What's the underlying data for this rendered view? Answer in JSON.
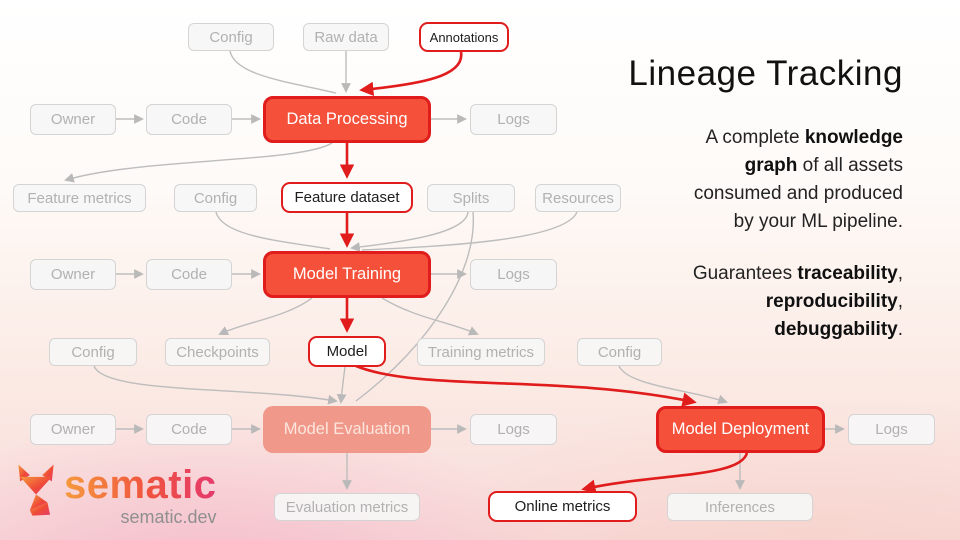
{
  "panel": {
    "title": "Lineage Tracking",
    "p1_lines": [
      [
        {
          "t": "A complete ",
          "b": false
        },
        {
          "t": "knowledge",
          "b": true
        }
      ],
      [
        {
          "t": "graph",
          "b": true
        },
        {
          "t": " of all assets",
          "b": false
        }
      ],
      [
        {
          "t": "consumed and produced",
          "b": false
        }
      ],
      [
        {
          "t": "by your ML pipeline.",
          "b": false
        }
      ]
    ],
    "p2_lines": [
      [
        {
          "t": "Guarantees ",
          "b": false
        },
        {
          "t": "traceability",
          "b": true
        },
        {
          "t": ",",
          "b": false
        }
      ],
      [
        {
          "t": "reproducibility",
          "b": true
        },
        {
          "t": ",",
          "b": false
        }
      ],
      [
        {
          "t": "debuggability",
          "b": true
        },
        {
          "t": ".",
          "b": false
        }
      ]
    ]
  },
  "nodes": {
    "config_1": {
      "label": "Config",
      "kind": "input"
    },
    "raw_data": {
      "label": "Raw data",
      "kind": "input"
    },
    "annotations": {
      "label": "Annotations",
      "kind": "artifact"
    },
    "owner_1": {
      "label": "Owner",
      "kind": "input"
    },
    "code_1": {
      "label": "Code",
      "kind": "input"
    },
    "data_processing": {
      "label": "Data Processing",
      "kind": "active-step"
    },
    "logs_1": {
      "label": "Logs",
      "kind": "output"
    },
    "feature_metrics": {
      "label": "Feature metrics",
      "kind": "output"
    },
    "config_2": {
      "label": "Config",
      "kind": "input"
    },
    "feature_dataset": {
      "label": "Feature dataset",
      "kind": "artifact"
    },
    "splits": {
      "label": "Splits",
      "kind": "input"
    },
    "resources": {
      "label": "Resources",
      "kind": "input"
    },
    "owner_2": {
      "label": "Owner",
      "kind": "input"
    },
    "code_2": {
      "label": "Code",
      "kind": "input"
    },
    "model_training": {
      "label": "Model Training",
      "kind": "active-step"
    },
    "logs_2": {
      "label": "Logs",
      "kind": "output"
    },
    "config_3": {
      "label": "Config",
      "kind": "input"
    },
    "checkpoints": {
      "label": "Checkpoints",
      "kind": "output"
    },
    "model": {
      "label": "Model",
      "kind": "artifact"
    },
    "training_metrics": {
      "label": "Training metrics",
      "kind": "output"
    },
    "config_4": {
      "label": "Config",
      "kind": "input"
    },
    "owner_3": {
      "label": "Owner",
      "kind": "input"
    },
    "code_3": {
      "label": "Code",
      "kind": "input"
    },
    "model_evaluation": {
      "label": "Model Evaluation",
      "kind": "faded-step"
    },
    "logs_3": {
      "label": "Logs",
      "kind": "output"
    },
    "model_deployment": {
      "label": "Model Deployment",
      "kind": "active-step"
    },
    "logs_4": {
      "label": "Logs",
      "kind": "output"
    },
    "evaluation_metrics": {
      "label": "Evaluation metrics",
      "kind": "output"
    },
    "online_metrics": {
      "label": "Online metrics",
      "kind": "artifact"
    },
    "inferences": {
      "label": "Inferences",
      "kind": "output"
    }
  },
  "logo": {
    "brand": "sematic",
    "domain": "sematic.dev",
    "icon": "fox-icon"
  },
  "colors": {
    "accent_red": "#e01c1c",
    "active_fill": "#f4503a",
    "faded_fill": "#f0988a",
    "gray_box_border": "#d4d4d4",
    "gray_text": "#b1b1b1",
    "wire_gray": "#b9b9b9",
    "brand_gradient": [
      "#f59b3d",
      "#f0533f",
      "#e43a6d"
    ]
  }
}
